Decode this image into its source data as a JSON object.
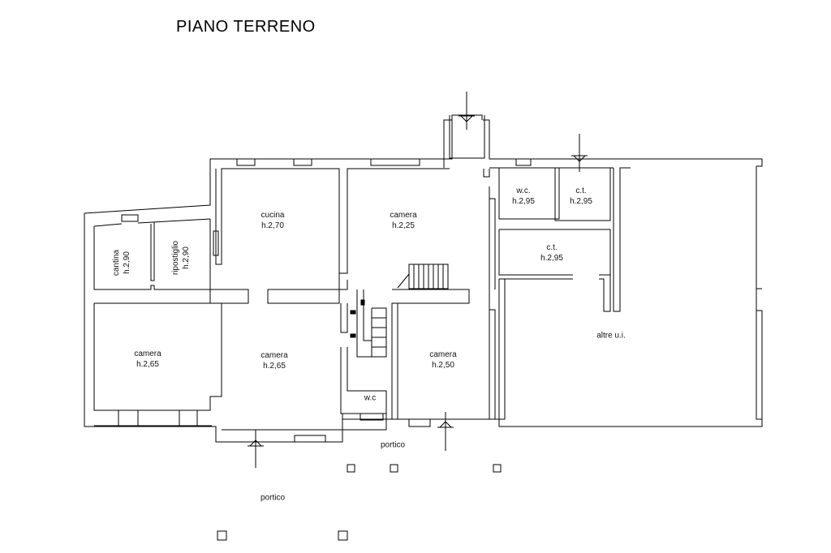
{
  "title": "PIANO TERRENO",
  "rooms": {
    "cucina": {
      "name": "cucina",
      "height": "h.2,70"
    },
    "camera_top": {
      "name": "camera",
      "height": "h.2,25"
    },
    "wc_top": {
      "name": "w.c.",
      "height": "h.2,95"
    },
    "ct_top": {
      "name": "c.t.",
      "height": "h.2,95"
    },
    "ct_mid": {
      "name": "c.t.",
      "height": "h.2,95"
    },
    "cantina": {
      "name": "cantina",
      "height": "h.2,90"
    },
    "ripostiglio": {
      "name": "ripostiglio",
      "height": "h.2,90"
    },
    "camera_left": {
      "name": "camera",
      "height": "h.2,65"
    },
    "camera_center": {
      "name": "camera",
      "height": "h.2,65"
    },
    "camera_right": {
      "name": "camera",
      "height": "h.2,50"
    },
    "wc_small": {
      "name": "w.c"
    },
    "altre": {
      "name": "altre u.i."
    }
  },
  "portico": {
    "upper": "portico",
    "lower": "portico"
  }
}
